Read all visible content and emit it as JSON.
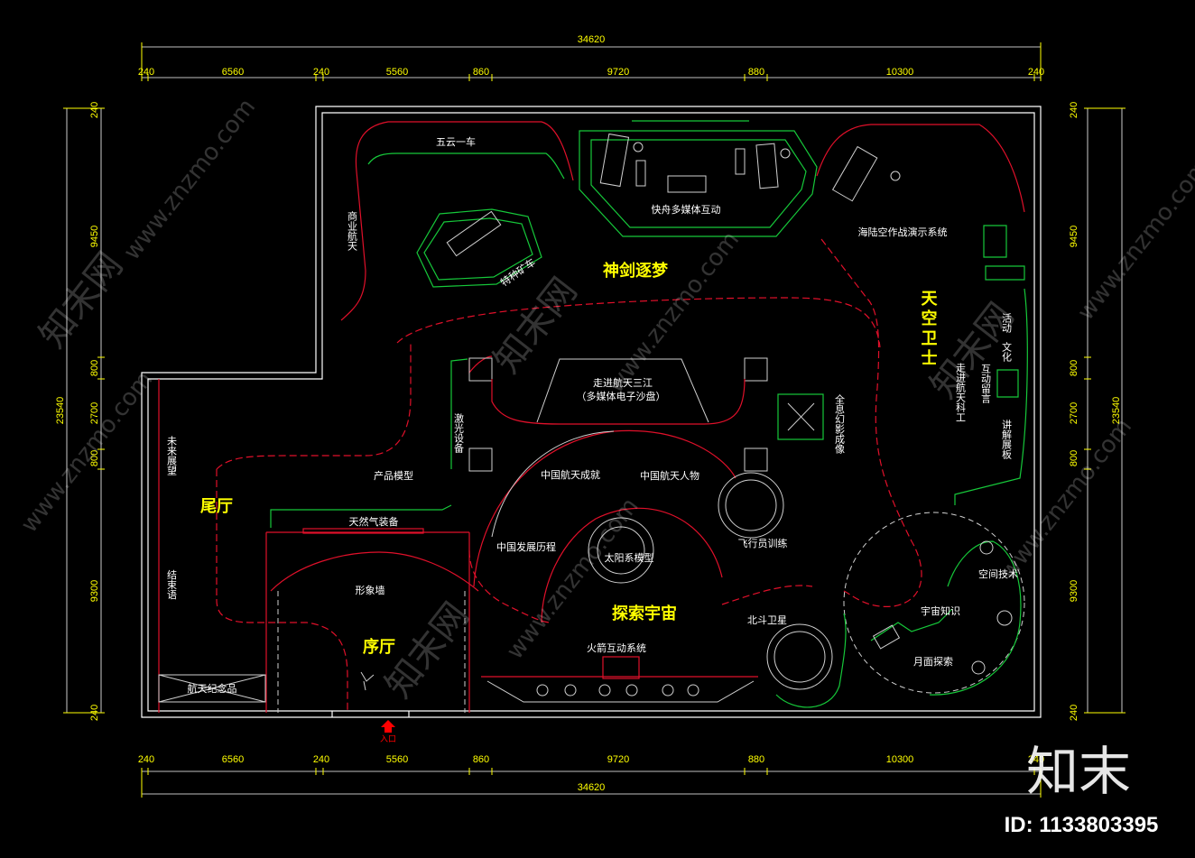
{
  "dims": {
    "total_width": "34620",
    "segments": [
      "240",
      "6560",
      "240",
      "5560",
      "860",
      "9720",
      "880",
      "10300",
      "240"
    ],
    "total_height": "23540",
    "left_segments": [
      "240",
      "9450",
      "800",
      "2700",
      "800",
      "9300",
      "240"
    ],
    "right_segments": [
      "240",
      "9450",
      "800",
      "2700",
      "800",
      "9300",
      "240"
    ]
  },
  "halls": {
    "shenjian": "神剑逐梦",
    "tiankong": "天空卫士",
    "tansuo": "探索宇宙",
    "weiting": "尾厅",
    "xuting": "序厅"
  },
  "labels": {
    "wuyun": "五云一车",
    "kuaizhou": "快舟多媒体互动",
    "haiyu": "海陆空作战演示系统",
    "shangye": "商业航天",
    "teshu": "特种矿车",
    "zoujin": "走进航天三江",
    "shapan": "（多媒体电子沙盘）",
    "jiguang": "激光设备",
    "quanxi": "全息幻影成像",
    "wenhua": "文化",
    "huodong": "活动",
    "zoujin_kg": "走进航天科工",
    "hudong": "互动留言",
    "jiangshi": "讲解展板",
    "weilai": "未来展望",
    "chanpin": "产品模型",
    "tianranqi": "天然气装备",
    "chengjiu": "中国航天成就",
    "renwu": "中国航天人物",
    "fazhan": "中国发展历程",
    "taiyangxi": "太阳系模型",
    "feixingyuan": "飞行员训练",
    "xingxiang": "形象墙",
    "jieshu": "结束语",
    "beidou": "北斗卫星",
    "kongjian": "空间技术",
    "yuzhou": "宇宙知识",
    "yuemian": "月面探索",
    "huojian": "火箭互动系统",
    "jinian": "航天纪念品",
    "rukou": "入口"
  },
  "watermark": {
    "site": "www.znzmo.com",
    "brand": "知末网",
    "logo": "知末",
    "id": "ID: 1133803395"
  }
}
